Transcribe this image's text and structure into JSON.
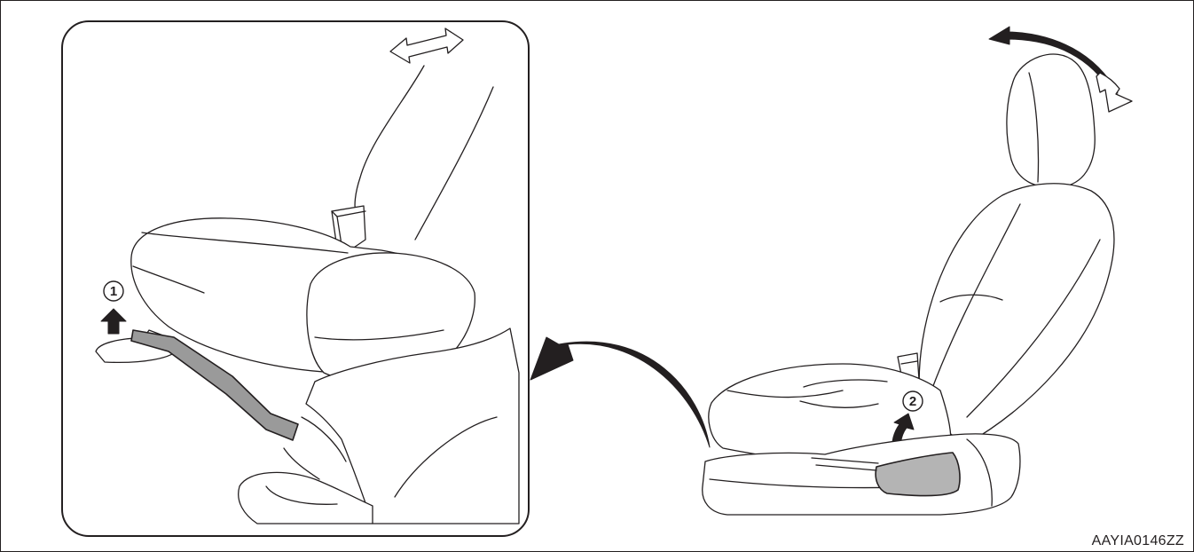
{
  "figure_code": "AAYIA0146ZZ",
  "callouts": {
    "step_1": "1",
    "step_2": "2"
  },
  "colors": {
    "line": "#231f20",
    "highlight_grey": "#9a9a9a",
    "background": "#ffffff"
  }
}
